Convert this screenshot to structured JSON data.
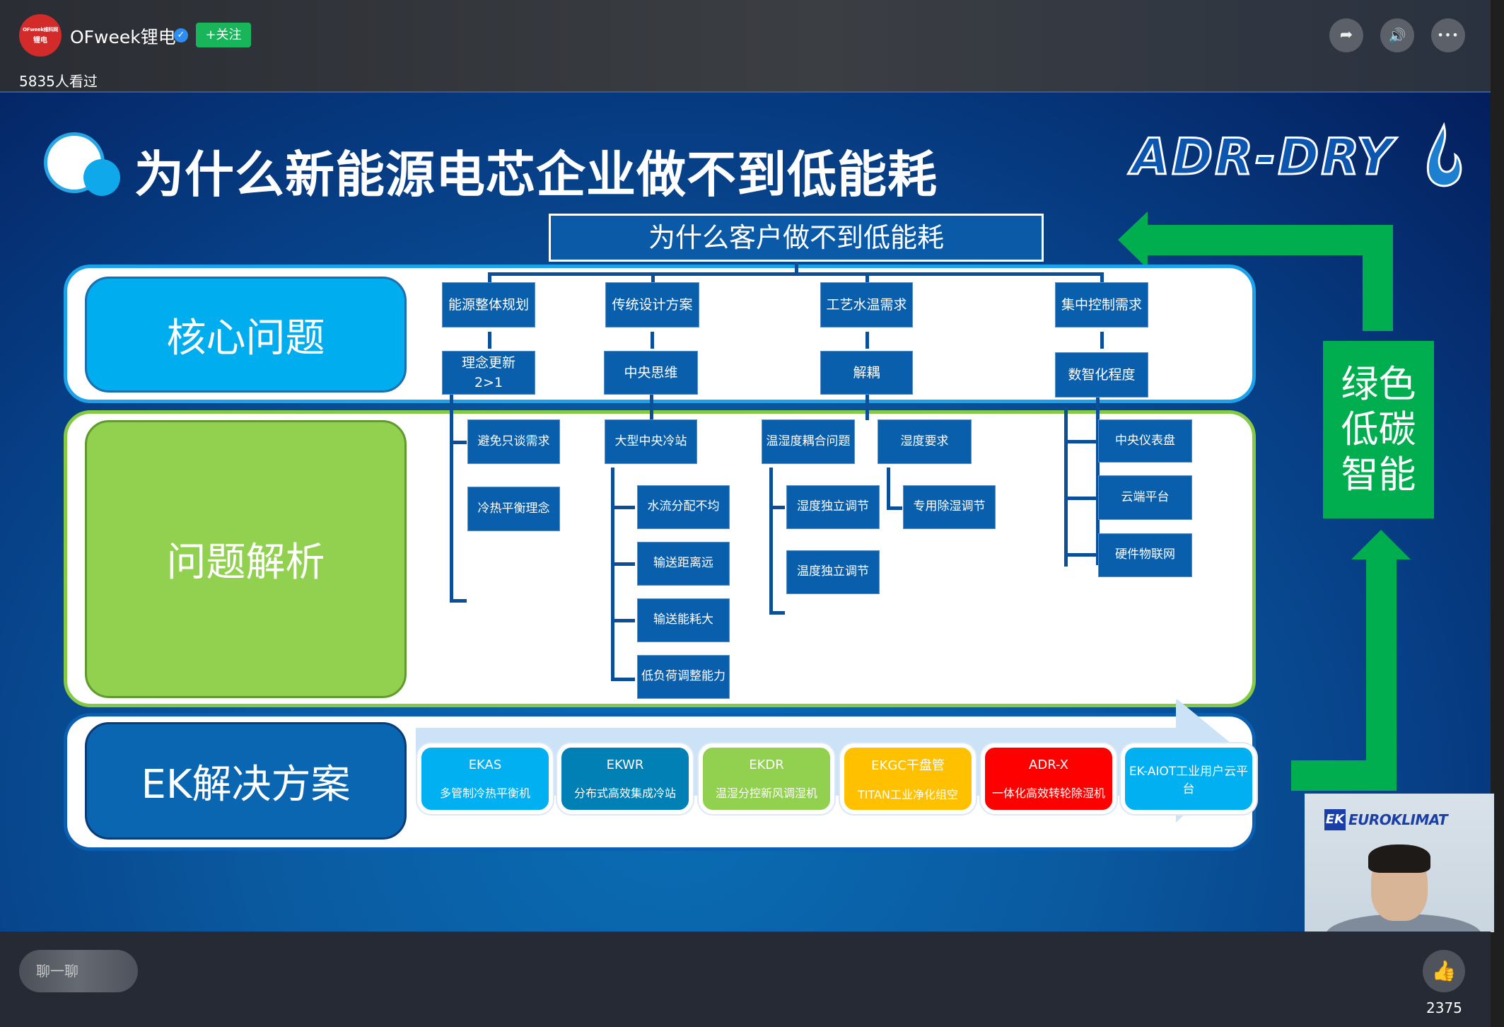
{
  "header": {
    "avatar_text_top": "OFweek维科网",
    "avatar_text_bottom": "锂电",
    "channel_name": "OFweek锂电",
    "verified_icon": "verified-badge-icon",
    "follow_label": "+关注",
    "views": "5835人看过",
    "actions": [
      {
        "name": "share",
        "icon": "share-icon",
        "glyph": "➦"
      },
      {
        "name": "sound",
        "icon": "speaker-icon",
        "glyph": "🔊"
      },
      {
        "name": "more",
        "icon": "more-icon",
        "glyph": "•••"
      }
    ]
  },
  "slide": {
    "title": "为什么新能源电芯企业做不到低能耗",
    "logo": "ADR-DRY",
    "subtitle": "为什么客户做不到低能耗",
    "sections": {
      "core": "核心问题",
      "analysis": "问题解析",
      "solution": "EK解决方案"
    },
    "core_nodes": [
      {
        "top": "能源整体规划",
        "bottom": "理念更新\n2>1"
      },
      {
        "top": "传统设计方案",
        "bottom": "中央思维"
      },
      {
        "top": "工艺水温需求",
        "bottom": "解耦"
      },
      {
        "top": "集中控制需求",
        "bottom": "数智化程度"
      }
    ],
    "analysis_nodes": {
      "col1": [
        "避免只谈需求",
        "冷热平衡理念"
      ],
      "col2_head": "大型中央冷站",
      "col2": [
        "水流分配不均",
        "输送距离远",
        "输送能耗大",
        "低负荷调整能力"
      ],
      "col3a_head": "温湿度耦合问题",
      "col3a": [
        "湿度独立调节",
        "温度独立调节"
      ],
      "col3b_head": "湿度要求",
      "col3b": [
        "专用除湿调节"
      ],
      "col4": [
        "中央仪表盘",
        "云端平台",
        "硬件物联网"
      ]
    },
    "solutions": [
      {
        "code": "EKAS",
        "desc": "多管制冷热平衡机",
        "color": "#00b0f0"
      },
      {
        "code": "EKWR",
        "desc": "分布式高效集成冷站",
        "color": "#0080b4"
      },
      {
        "code": "EKDR",
        "desc": "温湿分控新风调湿机",
        "color": "#92d050"
      },
      {
        "code": "EKGC干盘管",
        "desc": "TITAN工业净化组空",
        "color": "#ffc000"
      },
      {
        "code": "ADR-X",
        "desc": "一体化高效转轮除湿机",
        "color": "#ff0000"
      },
      {
        "code": "",
        "desc": "EK-AIOT工业用户云平台",
        "color": "#00b0f0"
      }
    ],
    "green_box": [
      "绿色",
      "低碳",
      "智能"
    ],
    "colors": {
      "green": "#00ae4f",
      "node_blue": "#0a5fad",
      "core_border": "#1aa3ea",
      "analysis_border": "#86c943"
    }
  },
  "webcam": {
    "logo_box": "EK",
    "logo_text": "EUROKLIMAT"
  },
  "footer": {
    "chat_label": "聊一聊",
    "like_icon": "thumbs-up-icon",
    "like_count": "2375"
  }
}
